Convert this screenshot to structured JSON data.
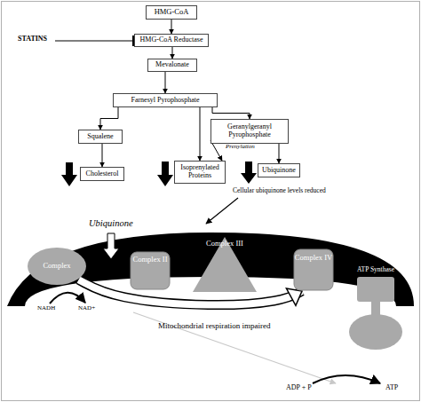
{
  "diagram": {
    "nodes": [
      {
        "text": [
          "HMG-CoA"
        ]
      },
      {
        "text": [
          "HMG-CoA Reductase"
        ]
      },
      {
        "text": [
          "Mevalonate"
        ]
      },
      {
        "text": [
          "Farnesyl Pyrophosphate"
        ]
      },
      {
        "text": [
          "Squalene"
        ]
      },
      {
        "text": [
          "Geranylgeranyl Pyrophosphate"
        ]
      },
      {
        "text": [
          "Cholesterol"
        ]
      },
      {
        "text": [
          "Isoprenylated Proteins"
        ]
      },
      {
        "text": [
          "Ubiquinone"
        ]
      },
      {
        "text": [
          "Complex"
        ]
      },
      {
        "text": [
          "Complex II"
        ]
      },
      {
        "text": [
          "Complex III"
        ]
      },
      {
        "text": [
          "Complex IV"
        ]
      },
      {
        "text": [
          "ATP Synthase"
        ]
      }
    ],
    "edges": [
      {
        "from": 0,
        "to": 1,
        "arrow": "to"
      },
      {
        "from": 1,
        "to": 2,
        "arrow": "to"
      },
      {
        "from": 2,
        "to": 3,
        "arrow": "to"
      },
      {
        "from": 3,
        "to": 4,
        "arrow": "to"
      },
      {
        "from": 3,
        "to": 7,
        "arrow": "to"
      },
      {
        "from": 3,
        "to": 5,
        "arrow": "to"
      },
      {
        "from": 4,
        "to": 6,
        "arrow": "to"
      },
      {
        "from": 5,
        "to": 7,
        "label": "Prenylation",
        "arrow": "to"
      },
      {
        "from": 5,
        "to": 8,
        "arrow": "to"
      },
      {
        "from": 9,
        "to": 12,
        "arrow": "to"
      }
    ],
    "labels": [
      "STATINS",
      "Cellular ubiquinone levels reduced",
      "Ubiquinone",
      "NADH",
      "NAD+",
      "Mitochondrial respiration impaired",
      "ADP + P",
      "ATP"
    ]
  }
}
